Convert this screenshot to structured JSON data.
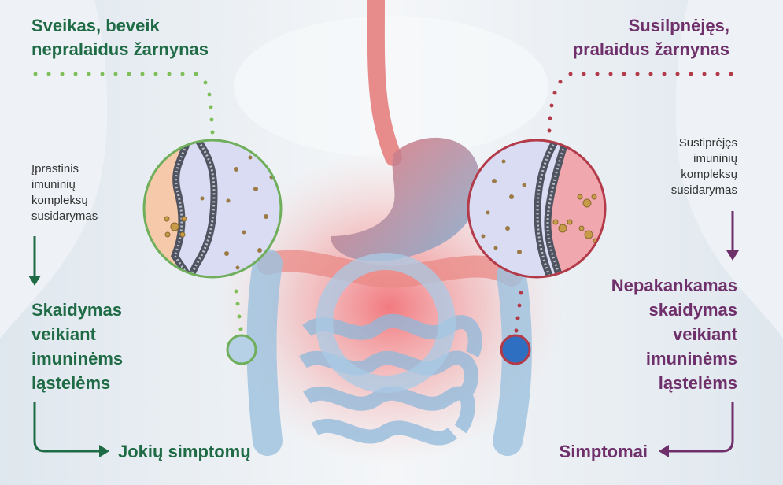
{
  "left": {
    "title_line1": "Sveikas, beveik",
    "title_line2": "nepralaidus žarnynas",
    "process_lines": [
      "Įprastinis",
      "imuninių",
      "kompleksų",
      "susidarymas"
    ],
    "degradation_lines": [
      "Skaidymas",
      "veikiant",
      "imuninėms",
      "ląstelėms"
    ],
    "outcome": "Jokių simptomų",
    "accent_color": "#1f6b45",
    "ring_color": "#6fae5a"
  },
  "right": {
    "title_line1": "Susilpnėjęs,",
    "title_line2": "pralaidus žarnynas",
    "process_lines": [
      "Sustiprėjęs",
      "imuninių",
      "kompleksų",
      "susidarymas"
    ],
    "degradation_lines": [
      "Nepakankamas",
      "skaidymas",
      "veikiant",
      "imuninėms",
      "ląstelėms"
    ],
    "outcome": "Simptomai",
    "accent_color": "#6e2f6b",
    "ring_color": "#b33a48"
  }
}
